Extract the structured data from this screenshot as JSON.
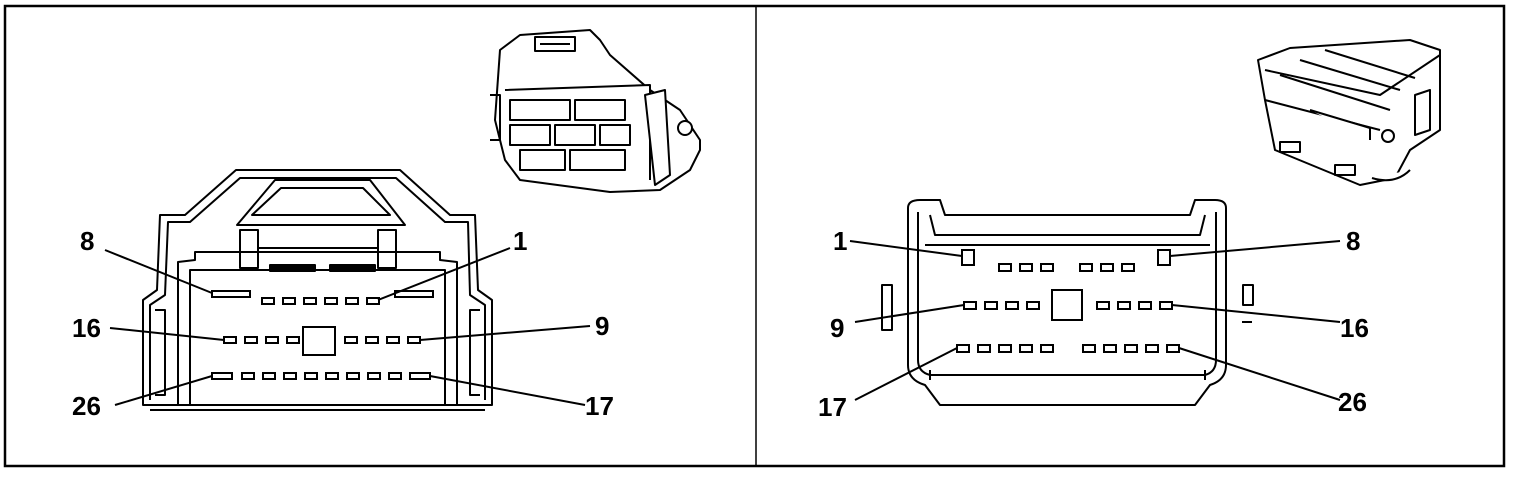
{
  "left_view": {
    "pin_labels": {
      "p8": "8",
      "p1": "1",
      "p16": "16",
      "p9": "9",
      "p26": "26",
      "p17": "17"
    }
  },
  "right_view": {
    "pin_labels": {
      "p1": "1",
      "p8": "8",
      "p9": "9",
      "p16": "16",
      "p17": "17",
      "p26": "26"
    }
  },
  "colors": {
    "line": "#000000",
    "background": "#ffffff"
  }
}
